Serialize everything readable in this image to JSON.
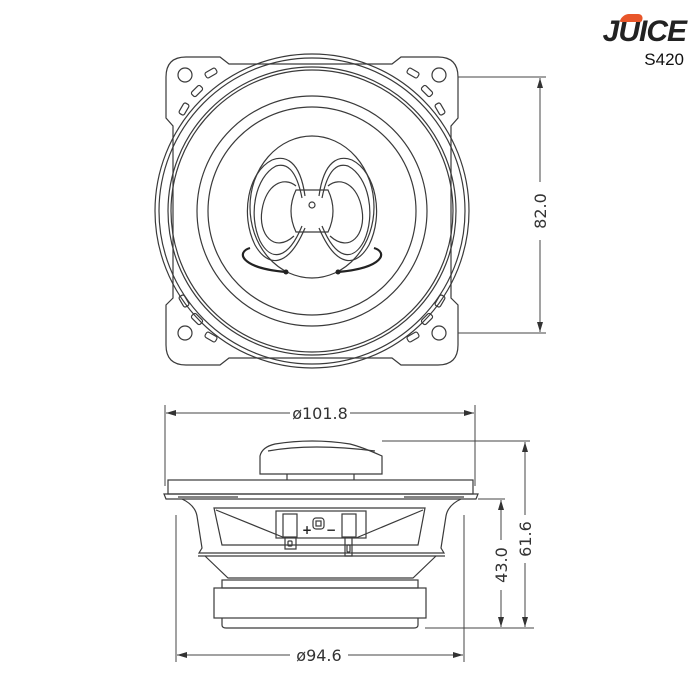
{
  "brand": {
    "logo_text": "JUICE",
    "accent_color": "#e8562a",
    "model": "S420"
  },
  "diagram": {
    "type": "technical-drawing",
    "subject": "4-inch coaxial car speaker",
    "views": [
      "front-view",
      "side-view"
    ],
    "dimensions": {
      "front_height": "82.0",
      "top_diameter": "ø101.8",
      "bottom_diameter": "ø94.6",
      "mount_depth": "43.0",
      "total_depth": "61.6"
    },
    "terminals": {
      "positive": "+",
      "negative": "−"
    }
  }
}
